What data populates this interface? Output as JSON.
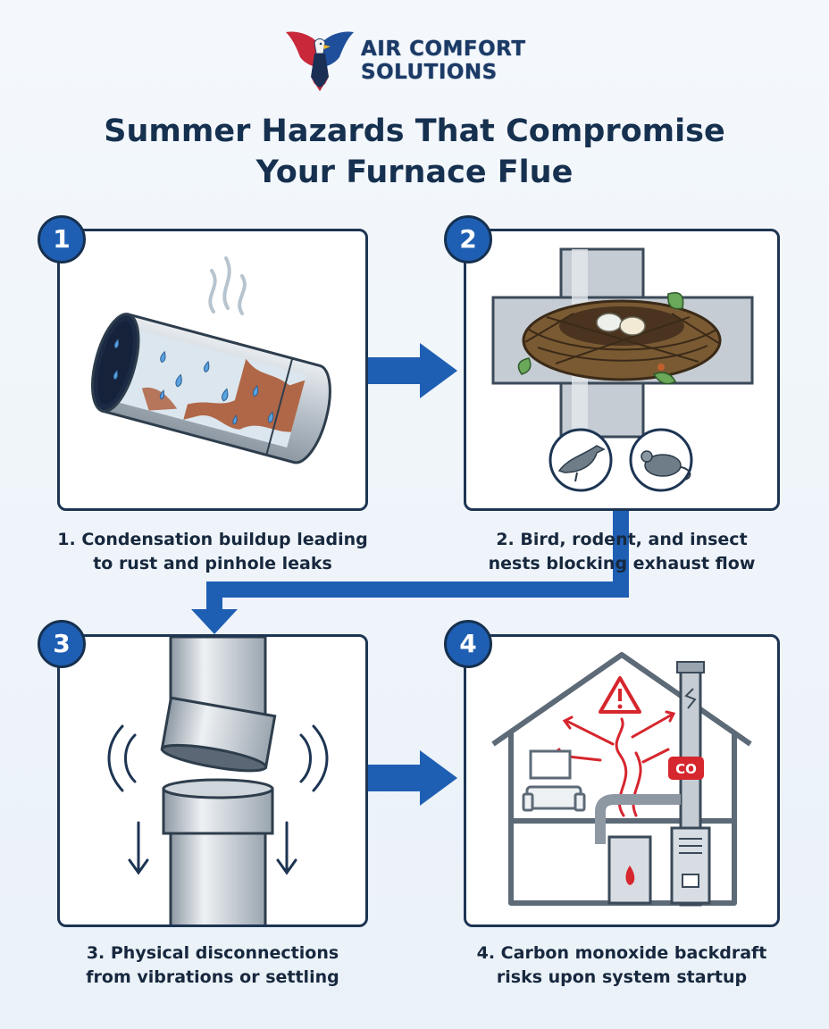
{
  "logo": {
    "line1": "AIR COMFORT",
    "line2": "SOLUTIONS"
  },
  "title": {
    "line1": "Summer Hazards That Compromise",
    "line2": "Your Furnace Flue"
  },
  "steps": [
    {
      "number": "1",
      "caption_line1": "1. Condensation buildup leading",
      "caption_line2": "to rust and pinhole leaks"
    },
    {
      "number": "2",
      "caption_line1": "2. Bird, rodent, and insect",
      "caption_line2": "nests blocking exhaust flow"
    },
    {
      "number": "3",
      "caption_line1": "3. Physical disconnections",
      "caption_line2": "from vibrations or settling"
    },
    {
      "number": "4",
      "caption_line1": "4. Carbon monoxide backdraft",
      "caption_line2": "risks upon system startup"
    }
  ],
  "co_label": "CO",
  "colors": {
    "accent": "#1f5fb3",
    "navy": "#16304f",
    "rust": "#b3542a",
    "warning": "#d6262e"
  }
}
